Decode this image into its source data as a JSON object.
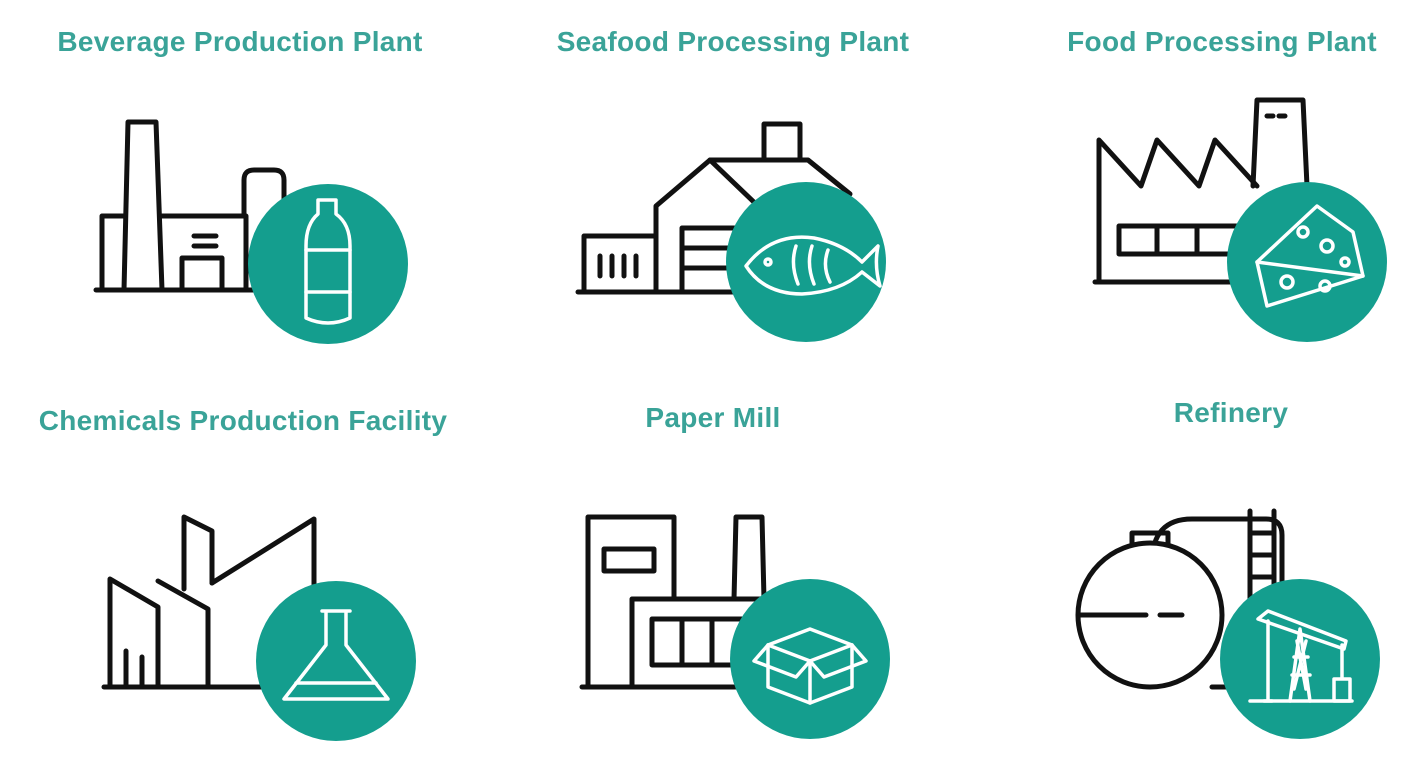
{
  "colors": {
    "accent": "#149e8e",
    "title": "#3aa398",
    "line": "#111111"
  },
  "facilities": [
    {
      "title": "Beverage Production Plant",
      "badge_icon": "bottle-icon",
      "building_icon": "factory-icon"
    },
    {
      "title": "Seafood Processing Plant",
      "badge_icon": "fish-icon",
      "building_icon": "warehouse-icon"
    },
    {
      "title": "Food Processing Plant",
      "badge_icon": "cheese-icon",
      "building_icon": "sawtooth-factory-icon"
    },
    {
      "title": "Chemicals Production Facility",
      "badge_icon": "flask-icon",
      "building_icon": "chemical-plant-icon"
    },
    {
      "title": "Paper Mill",
      "badge_icon": "box-icon",
      "building_icon": "mill-icon"
    },
    {
      "title": "Refinery",
      "badge_icon": "oil-pump-icon",
      "building_icon": "storage-tank-icon"
    }
  ]
}
